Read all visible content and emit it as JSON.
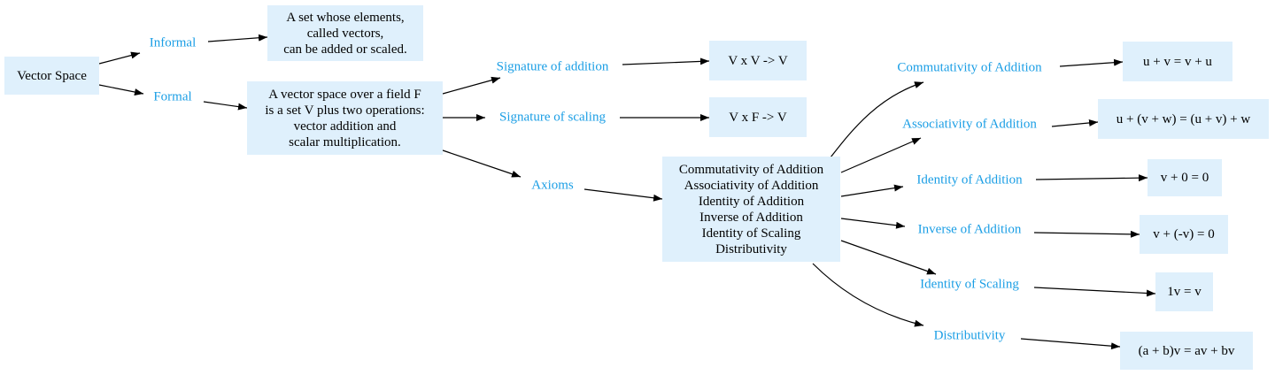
{
  "nodes": {
    "vector_space": "Vector Space",
    "informal_def": [
      "A set whose elements,",
      "called vectors,",
      "can be added or scaled."
    ],
    "formal_def": [
      "A vector space over a field F",
      "is a set V plus two operations:",
      "vector addition and",
      "scalar multiplication."
    ],
    "sig_add": "V x V -> V",
    "sig_scale": "V x F -> V",
    "axioms_list": [
      "Commutativity of Addition",
      "Associativity of Addition",
      "Identity of Addition",
      "Inverse of Addition",
      "Identity of Scaling",
      "Distributivity"
    ],
    "formulas": {
      "commutativity": "u + v = v + u",
      "associativity": "u + (v + w) = (u + v) + w",
      "identity_add": "v + 0 = 0",
      "inverse_add": "v + (-v) = 0",
      "identity_scale": "1v = v",
      "distributivity": "(a + b)v = av + bv"
    }
  },
  "edge_labels": {
    "informal": "Informal",
    "formal": "Formal",
    "sig_add": "Signature of addition",
    "sig_scale": "Signature of scaling",
    "axioms": "Axioms",
    "commutativity": "Commutativity of Addition",
    "associativity": "Associativity of Addition",
    "identity_add": "Identity of Addition",
    "inverse_add": "Inverse of Addition",
    "identity_scale": "Identity of Scaling",
    "distributivity": "Distributivity"
  },
  "colors": {
    "node_fill": "#dff0fc",
    "label": "#1a9ee5",
    "edge": "#000000"
  }
}
